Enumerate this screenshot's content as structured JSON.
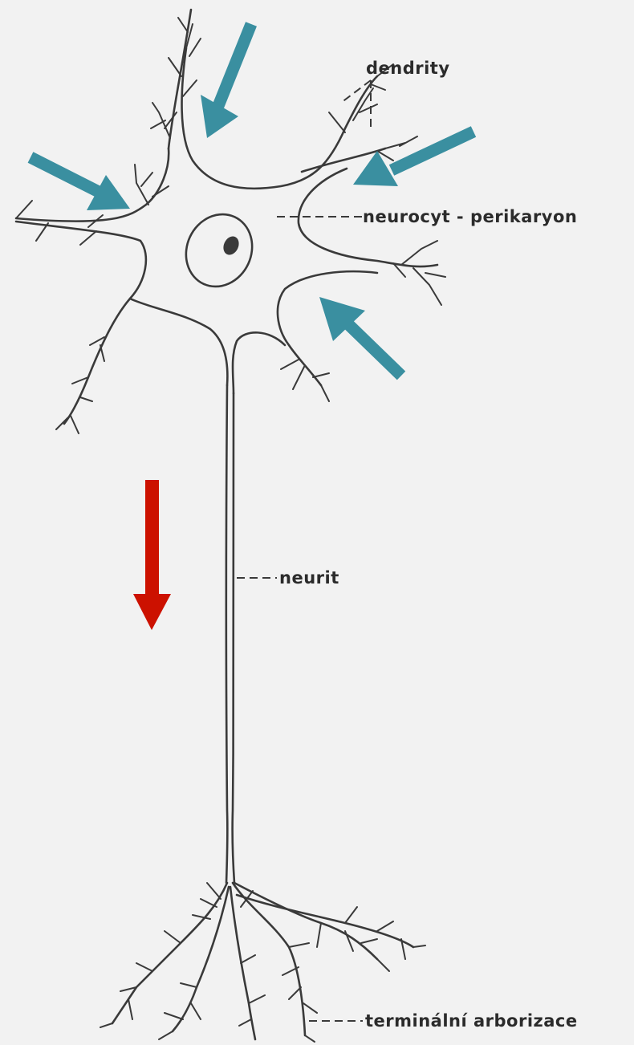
{
  "labels": {
    "dendrites": "dendrity",
    "cell_body": "neurocyt - perikaryon",
    "axon": "neurit",
    "terminal": "terminální arborizace"
  },
  "colors": {
    "background": "#f2f2f2",
    "line": "#3a3a3a",
    "input_arrow": "#3a8fa0",
    "signal_arrow": "#cc1100"
  }
}
